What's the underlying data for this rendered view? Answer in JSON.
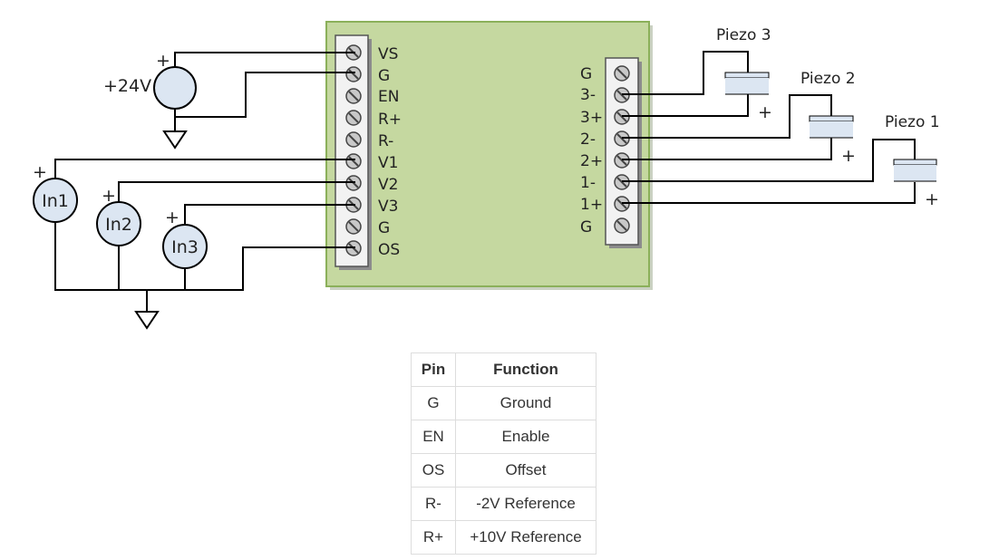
{
  "diagram": {
    "left_terminals": [
      "VS",
      "G",
      "EN",
      "R+",
      "R-",
      "V1",
      "V2",
      "V3",
      "G",
      "OS"
    ],
    "right_terminals": [
      "G",
      "3-",
      "3+",
      "2-",
      "2+",
      "1-",
      "1+",
      "G"
    ],
    "supply": {
      "label": "+24V",
      "polarity": "+"
    },
    "inputs": [
      {
        "label": "In1",
        "polarity": "+"
      },
      {
        "label": "In2",
        "polarity": "+"
      },
      {
        "label": "In3",
        "polarity": "+"
      }
    ],
    "piezos": [
      {
        "label": "Piezo 3",
        "polarity": "+"
      },
      {
        "label": "Piezo 2",
        "polarity": "+"
      },
      {
        "label": "Piezo 1",
        "polarity": "+"
      }
    ],
    "colors": {
      "board_fill": "#c5d8a0",
      "board_border": "#8bb05a",
      "component_fill": "#dce6f2",
      "wire": "#000000"
    }
  },
  "table": {
    "headers": [
      "Pin",
      "Function"
    ],
    "rows": [
      {
        "pin": "G",
        "function": "Ground"
      },
      {
        "pin": "EN",
        "function": "Enable"
      },
      {
        "pin": "OS",
        "function": "Offset"
      },
      {
        "pin": "R-",
        "function": "-2V Reference"
      },
      {
        "pin": "R+",
        "function": "+10V Reference"
      }
    ]
  }
}
